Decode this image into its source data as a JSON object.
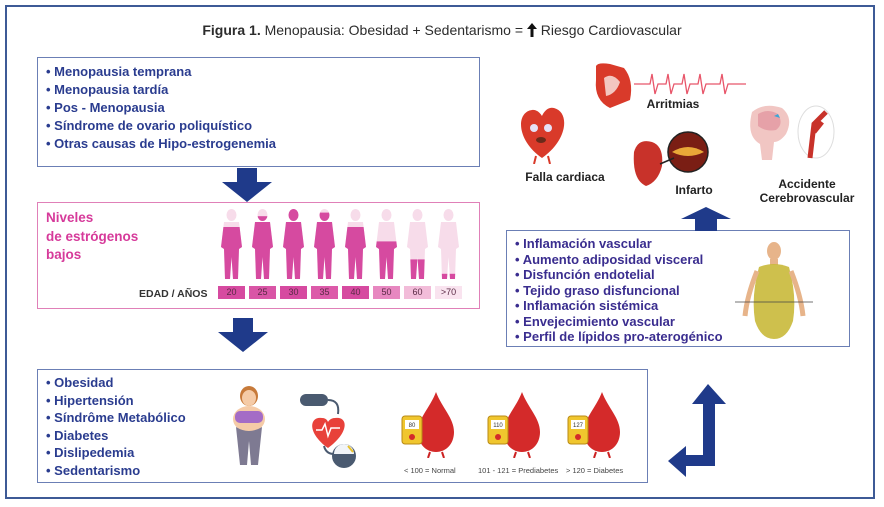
{
  "title": {
    "prefix": "Figura 1.",
    "text_before_arrow": "Menopausia: Obesidad + Sedentarismo =",
    "arrow_icon": "up-arrow-icon",
    "text_after_arrow": "Riesgo Cardiovascular"
  },
  "causes": {
    "items": [
      "Menopausia temprana",
      "Menopausia tardía",
      "Pos - Menopausia",
      "Síndrome de ovario poliquístico",
      "Otras causas de Hipo-estrogenemia"
    ]
  },
  "estrogen": {
    "label_lines": [
      "Niveles",
      "de estrógenos",
      "bajos"
    ],
    "age_axis_label": "EDAD / AÑOS",
    "ages": [
      {
        "label": "20",
        "estrogen_level": 0.75,
        "color": "#d64aa0"
      },
      {
        "label": "25",
        "estrogen_level": 0.9,
        "color": "#d955a6"
      },
      {
        "label": "30",
        "estrogen_level": 1.0,
        "color": "#d64aa0"
      },
      {
        "label": "35",
        "estrogen_level": 0.95,
        "color": "#dc5aa9"
      },
      {
        "label": "40",
        "estrogen_level": 0.75,
        "color": "#d64aa0"
      },
      {
        "label": "50",
        "estrogen_level": 0.55,
        "color": "#e787c0"
      },
      {
        "label": "60",
        "estrogen_level": 0.3,
        "color": "#f2bcd9"
      },
      {
        "label": ">70",
        "estrogen_level": 0.1,
        "color": "#f9e3ef"
      }
    ]
  },
  "conditions": {
    "items": [
      "Obesidad",
      "Hipertensión",
      "Síndrôme Metabólico",
      "Diabetes",
      "Dislipedemia",
      "Sedentarismo"
    ],
    "glucose": [
      {
        "meter_value": "80",
        "label": "< 100 = Normal"
      },
      {
        "meter_value": "110",
        "label": "101 - 121 = Prediabetes"
      },
      {
        "meter_value": "127",
        "label": "> 120 = Diabetes"
      }
    ]
  },
  "mechanisms": {
    "items": [
      "Inflamación vascular",
      "Aumento adiposidad visceral",
      "Disfunción endotelial",
      "Tejido graso disfuncional",
      "Inflamación sistémica",
      "Envejecimiento vascular",
      "Perfil de lípidos pro-aterogénico"
    ]
  },
  "outcomes": {
    "arritmias": "Arritmias",
    "falla": "Falla cardiaca",
    "infarto": "Infarto",
    "accidente_line1": "Accidente",
    "accidente_line2": "Cerebrovascular"
  },
  "colors": {
    "arrow": "#1f3a8a",
    "text_blue": "#2a3c8f",
    "pink": "#d63a9a",
    "border": "#3d5a96"
  }
}
